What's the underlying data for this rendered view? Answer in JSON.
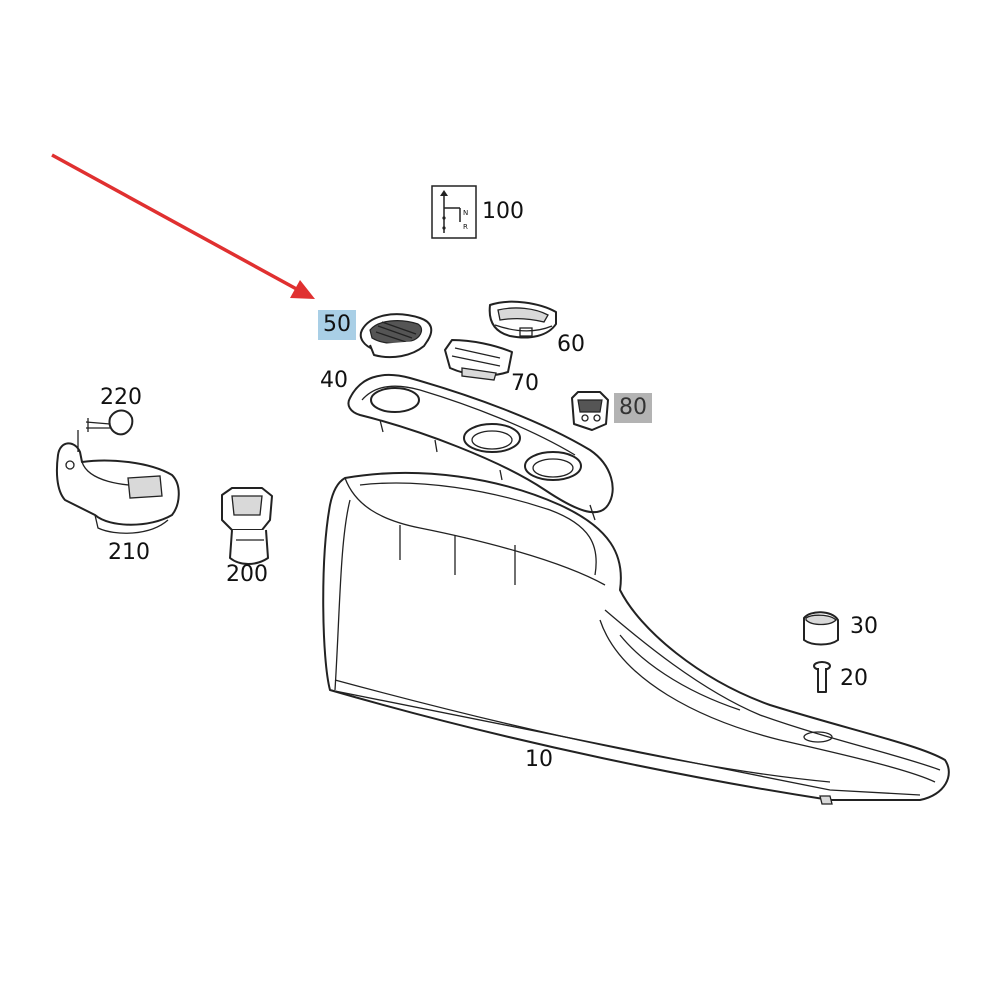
{
  "callouts": {
    "c10": "10",
    "c20": "20",
    "c30": "30",
    "c40": "40",
    "c50": "50",
    "c60": "60",
    "c70": "70",
    "c80": "80",
    "c100": "100",
    "c200": "200",
    "c210": "210",
    "c220": "220"
  },
  "gear_symbol": {
    "n": "N",
    "r": "R"
  },
  "colors": {
    "arrow": "#e03030",
    "highlight_selected": "#a9cfe6",
    "highlight_secondary": "#b3b3b3",
    "line": "#222222"
  },
  "highlighted_part": "50",
  "icons": [
    "red-pointer-arrow",
    "shift-pattern-symbol"
  ]
}
